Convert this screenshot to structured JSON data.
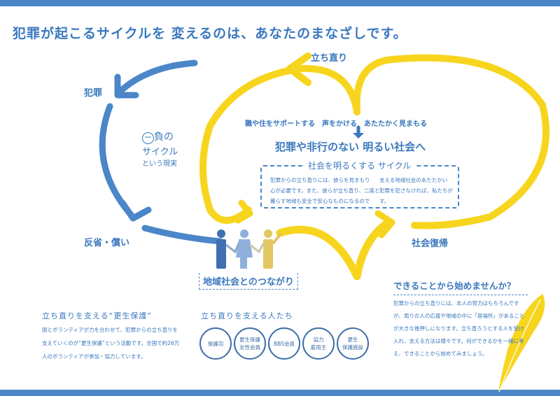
{
  "title": "犯罪が起こるサイクルを 変えるのは、あなたのまなざしです。",
  "cycle": {
    "crime": "犯罪",
    "remorse": "反省・償い",
    "recovery": "立ち直り",
    "return": "社会復帰",
    "community": "地域社会とのつながり",
    "negative_mark": "ー",
    "negative_1": "負の",
    "negative_2": "サイクル",
    "negative_3": "という現実"
  },
  "support_line": "職や住をサポートする　声をかける　あたたかく見まもる",
  "goal": "犯罪や非行のない 明るい社会へ",
  "bright_cycle": {
    "title": "社会を明るくする サイクル",
    "col1": [
      "犯罪からの立ち直りには、彼らを見まもり",
      "心が必要です。また、彼らが立ち直り、二度と",
      "暮らす地域も安全で安心なものになるので"
    ],
    "col2": [
      "支える地域社会のあたたかい",
      "犯罪を犯さなければ、私たちが",
      "す。"
    ]
  },
  "rehab": {
    "heading": "立ち直りを支える“更生保護”",
    "text": "国とボランティアが力を合わせて、犯罪からの立ち直りを支えていくのが“更生保護”という活動です。全国で約26万人のボランティアが参加・協力しています。"
  },
  "supporters": {
    "heading": "立ち直りを支える人たち",
    "items": [
      [
        "保護司"
      ],
      [
        "更生保護",
        "女性会員"
      ],
      [
        "BBS会員"
      ],
      [
        "協力",
        "雇用主"
      ],
      [
        "更生",
        "保護施設"
      ]
    ]
  },
  "action": {
    "heading": "できることから始めませんか？",
    "text": "犯罪からの立ち直りには、本人の努力はもちろんですが、周りの人の応援や地域の中に「居場所」があることが大きな後押しになります。立ち直ろうとする人を受け入れ、支える方法は様々です。何ができるかを一緒に考え、できることから始めてみましょう。"
  },
  "colors": {
    "blue": "#4a86c8",
    "yellow": "#f7d51e"
  }
}
